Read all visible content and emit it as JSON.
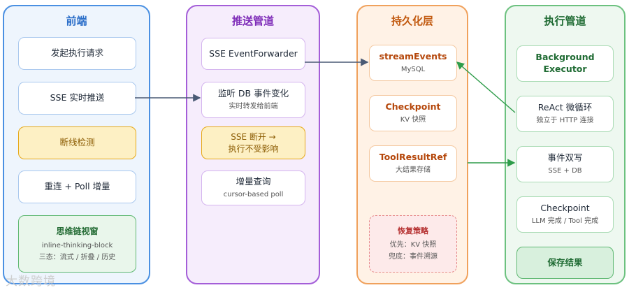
{
  "colors": {
    "frontend": "#4a90e2",
    "pipeline": "#9b40d6",
    "persistence": "#e8731c",
    "executor": "#2e9c4a",
    "warn": "#e6a817",
    "recovery": "#e06666",
    "arrow": "#4a5a75",
    "arrow_green": "#2e9c4a"
  },
  "columns": {
    "frontend": {
      "title": "前端",
      "request": "发起执行请求",
      "sse_push": "SSE 实时推送",
      "disconnect": "断线检测",
      "reconnect": "重连 + Poll 增量",
      "thinking": {
        "title": "思维链视窗",
        "line1": "inline-thinking-block",
        "line2": "三态：流式 / 折叠 / 历史"
      }
    },
    "pipeline": {
      "title": "推送管道",
      "forwarder": "SSE EventForwarder",
      "listen": {
        "title": "监听 DB 事件变化",
        "sub": "实时转发给前端"
      },
      "sse_break": {
        "line1": "SSE 断开 →",
        "line2": "执行不受影响"
      },
      "incremental": {
        "title": "增量查询",
        "sub": "cursor-based poll"
      }
    },
    "persistence": {
      "title": "持久化层",
      "stream_events": {
        "title": "streamEvents",
        "sub": "MySQL"
      },
      "checkpoint": {
        "title": "Checkpoint",
        "sub": "KV 快照"
      },
      "tool_result": {
        "title": "ToolResultRef",
        "sub": "大结果存储"
      },
      "recovery": {
        "title": "恢复策略",
        "line1": "优先：KV 快照",
        "line2": "兜底：事件溯源"
      }
    },
    "executor": {
      "title": "执行管道",
      "background": {
        "line1": "Background",
        "line2": "Executor"
      },
      "react": {
        "title": "ReAct 微循环",
        "sub": "独立于 HTTP 连接"
      },
      "dual_write": {
        "title": "事件双写",
        "sub": "SSE + DB"
      },
      "checkpoint": {
        "title": "Checkpoint",
        "sub": "LLM 完成 / Tool 完成"
      },
      "save": "保存结果"
    }
  },
  "watermark": "大数跨境"
}
